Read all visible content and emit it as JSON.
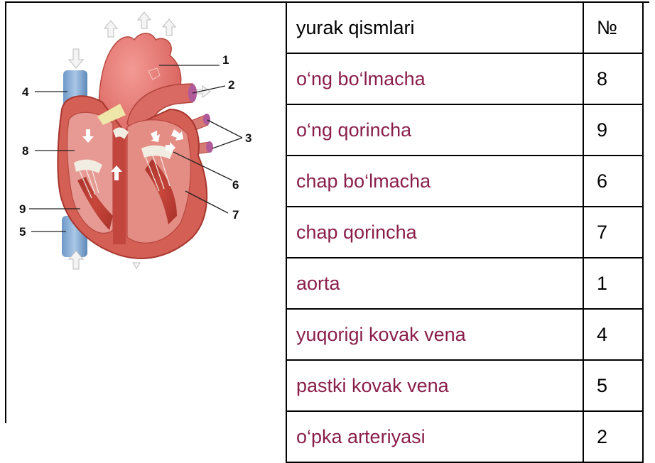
{
  "figure": {
    "labels": [
      "1",
      "2",
      "3",
      "4",
      "5",
      "6",
      "7",
      "8",
      "9"
    ]
  },
  "table": {
    "header": {
      "name": "yurak qismlari",
      "num": "№"
    },
    "rows": [
      {
        "name": "o‘ng bo‘lmacha",
        "num": "8"
      },
      {
        "name": "o‘ng qorincha",
        "num": "9"
      },
      {
        "name": "chap bo‘lmacha",
        "num": "6"
      },
      {
        "name": "chap qorincha",
        "num": "7"
      },
      {
        "name": "aorta",
        "num": "1"
      },
      {
        "name": "yuqorigi  kovak vena",
        "num": "4"
      },
      {
        "name": "pastki kovak vena",
        "num": "5"
      },
      {
        "name": "o‘pka arteriyasi",
        "num": "2"
      }
    ]
  },
  "colors": {
    "row_text": "#8a1e4b",
    "number_text": "#000000"
  }
}
